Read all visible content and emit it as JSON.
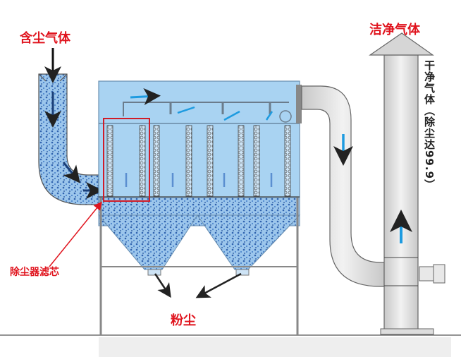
{
  "diagram": {
    "title": "Bag filter dust collector airflow",
    "labels": {
      "dusty_gas": "含尘气体",
      "clean_gas": "洁净气体",
      "filter_core": "除尘器滤芯",
      "dust": "粉尘",
      "clean_gas_vertical": "干净气体（除尘达99.9）"
    },
    "colors": {
      "label_red": "#e0141e",
      "chamber_blue": "#a9d3f2",
      "dust_blue": "#3f78c0",
      "flow_arrow_blue": "#1e9be0",
      "duct_gray": "#d9d9d9",
      "frame_gray": "#8a8a8a"
    },
    "components": {
      "inlet_pipe": "dusty gas inlet pipe",
      "filter_chamber": "filter chamber with 4 filter bag modules",
      "hoppers": 2,
      "outlet_duct": "S-shaped duct",
      "chimney": "exhaust stack with fan"
    }
  }
}
